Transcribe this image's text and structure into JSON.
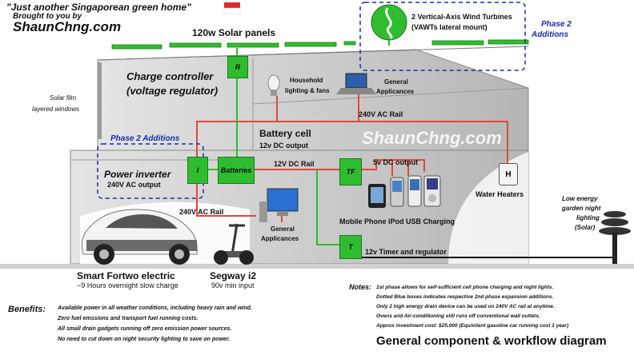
{
  "header": {
    "quote": "\"Just another Singaporean green home\"",
    "brought_by": "Brought to you by",
    "site": "ShaunChng.com",
    "watermark": "ShaunChng.com"
  },
  "labels": {
    "solar_panels": "120w Solar panels",
    "wind_turbines": "2 Vertical-Axis Wind Turbines",
    "wind_turbines_sub": "(VAWTs lateral mount)",
    "phase2_top_line1": "Phase 2",
    "phase2_top_line2": "Additions",
    "charge_controller": "Charge controller",
    "voltage_regulator": "(voltage regulator)",
    "solar_film_line1": "Solar film",
    "solar_film_line2": "layered windows",
    "household_line1": "Household",
    "household_line2": "lighting & fans",
    "general_app_top_line1": "General",
    "general_app_top_line2": "Applicances",
    "ac_rail_top": "240V AC Rail",
    "battery_cell": "Battery cell",
    "battery_cell_sub": "12v DC output",
    "phase2_mid": "Phase 2 Additions",
    "power_inverter": "Power  inverter",
    "power_inverter_sub": "240V AC output",
    "dc_rail": "12V DC Rail",
    "dc5v": "5v DC output",
    "water_heaters": "Water Heaters",
    "mobile_charging": "Mobile Phone iPod USB Charging",
    "ac_rail_bottom": "240V AC Rail",
    "general_app_bottom_line1": "General",
    "general_app_bottom_line2": "Applicances",
    "timer": "12v Timer and regulator",
    "garden_line1": "Low energy",
    "garden_line2": "garden night",
    "garden_line3": "lighting",
    "garden_line4": "(Solar)",
    "car": "Smart Fortwo electric",
    "car_sub": "~9 Hours overnight slow charge",
    "segway": "Segway i2",
    "segway_sub": "90v min input"
  },
  "boxes": {
    "R": "R",
    "I": "I",
    "batteries": "Batteries",
    "TF": "TF",
    "H": "H",
    "T": "T"
  },
  "benefits": {
    "title": "Benefits:",
    "line1": "Available power in all weather conditions, including heavy rain and wind.",
    "line2": "Zero fuel emssions and transport fuel running costs.",
    "line3": "All small drain gadgets running off zero emission power sources.",
    "line4": "No need to cut down on night security lighting to save on power."
  },
  "notes": {
    "title": "Notes:",
    "line1": "1st phase allows for self-sufficient cell phone charging and night lights.",
    "line2": "Dotted Blue boxes indicates respective 2nd phase expansion additions.",
    "line3": "Only 2 high energy drain device can be used on 240V AC rail at anytime.",
    "line4": "Ovens and Air-conditioning still runs off conventional wall outlets.",
    "line5": "Approx investment cost: $25,000 (Equivilant gasoline car running cost 1 year)"
  },
  "footer_title": "General component & workflow diagram",
  "colors": {
    "green": "#2fbd2f",
    "red_wire": "#e0483a",
    "blue_dash": "#1a2aa8",
    "house_gray": "#d9d9d9"
  }
}
